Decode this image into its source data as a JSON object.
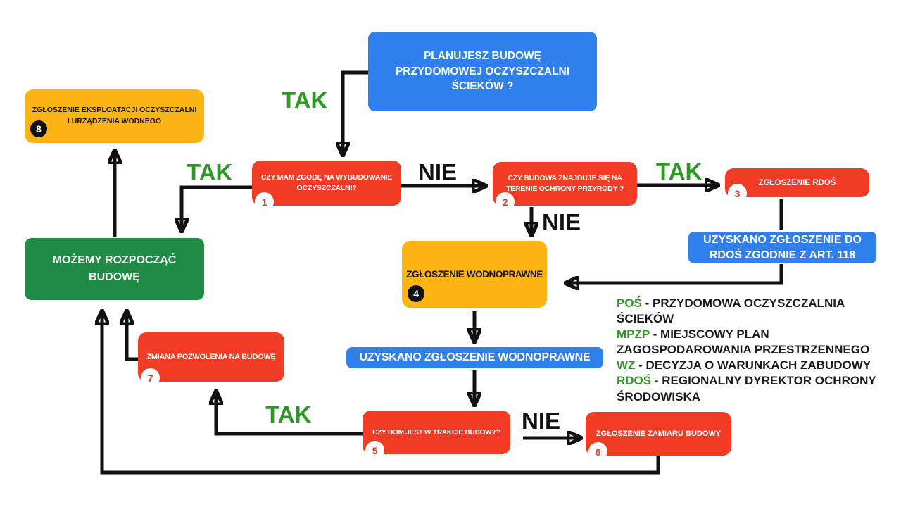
{
  "nodes": {
    "start": {
      "label": "PLANUJESZ BUDOWĘ PRZYDOMOWEJ OCZYSZCZALNI ŚCIEKÓW ?"
    },
    "n8": {
      "label": "ZGŁOSZENIE EKSPLOATACJI OCZYSZCZALNI I URZĄDZENIA WODNEGO",
      "number": "8"
    },
    "q1": {
      "label": "CZY MAM ZGODĘ NA WYBUDOWANIE OCZYSZCZALNI?",
      "number": "1"
    },
    "q2": {
      "label": "CZY BUDOWA ZNAJDUJE SIĘ NA TERENIE OCHRONY PRZYRODY ?",
      "number": "2"
    },
    "n3": {
      "label": "ZGŁOSZENIE RDOŚ",
      "number": "3"
    },
    "art118": {
      "label": "UZYSKANO ZGŁOSZENIE DO RDOŚ ZGODNIE Z ART. 118"
    },
    "n4": {
      "label": "ZGŁOSZENIE WODNOPRAWNE",
      "number": "4"
    },
    "green": {
      "label": "MOŻEMY ROZPOCZĄĆ BUDOWĘ"
    },
    "n7": {
      "label": "ZMIANA POZWOLENIA NA BUDOWĘ",
      "number": "7"
    },
    "bar": {
      "label": "UZYSKANO ZGŁOSZENIE WODNOPRAWNE"
    },
    "q5": {
      "label": "CZY DOM JEST W TRAKCIE BUDOWY?",
      "number": "5"
    },
    "n6": {
      "label": "ZGŁOSZENIE ZAMIARU BUDOWY",
      "number": "6"
    }
  },
  "edge_labels": {
    "tak_top": "TAK",
    "tak_left": "TAK",
    "nie_mid": "NIE",
    "tak_right": "TAK",
    "nie_down": "NIE",
    "tak_bottom": "TAK",
    "nie_bottom": "NIE"
  },
  "legend": {
    "items": [
      {
        "abbr": "POŚ",
        "sep": " - ",
        "desc": "PRZYDOMOWA OCZYSZCZALNIA ŚCIEKÓW"
      },
      {
        "abbr": "MPZP",
        "sep": " - ",
        "desc": "MIEJSCOWY PLAN ZAGOSPODAROWANIA PRZESTRZENNEGO"
      },
      {
        "abbr": "WZ",
        "sep": " - ",
        "desc": "DECYZJA O WARUNKACH ZABUDOWY"
      },
      {
        "abbr": "RDOŚ",
        "sep": " - ",
        "desc": "REGIONALNY DYREKTOR OCHRONY ŚRODOWISKA"
      }
    ]
  },
  "colors": {
    "blue": "#2f80ed",
    "red": "#f13b24",
    "orange": "#fcb415",
    "green_box": "#1f8b44",
    "label_green": "#2b9a20",
    "arrow_black": "#111111"
  }
}
